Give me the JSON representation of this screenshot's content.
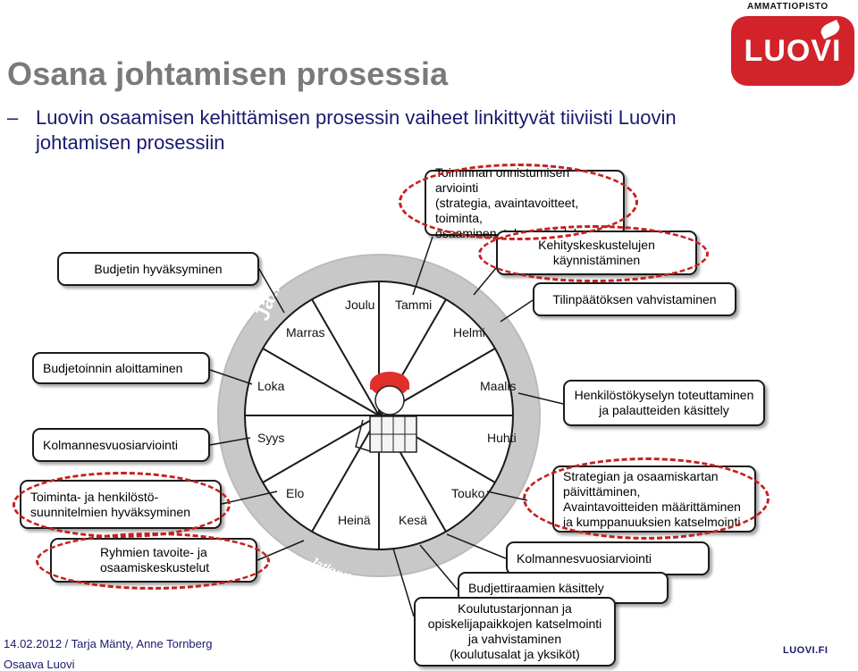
{
  "slide": {
    "title": "Osana johtamisen prosessia",
    "bullet_dash": "–",
    "bullet_text": "Luovin osaamisen kehittämisen prosessin vaiheet linkittyvät tiiviisti Luovin johtamisen prosessiin"
  },
  "logo": {
    "top_text": "AMMATTIOPISTO",
    "brand": "LUOVI",
    "brand_color": "#d2232a"
  },
  "footer": {
    "date_authors": "14.02.2012 / Tarja Mänty, Anne Tornberg",
    "org": "Osaava Luovi",
    "url": "LUOVI.FI"
  },
  "wheel": {
    "outer_top_label": "Jatkuva toiminnan parantaminen",
    "outer_bottom_label": "Jatkuva vuoropuhelu",
    "months": {
      "joulu": "Joulu",
      "tammi": "Tammi",
      "marras": "Marras",
      "helmi": "Helmi",
      "loka": "Loka",
      "maalis": "Maalis",
      "syys": "Syys",
      "huhti": "Huhti",
      "elo": "Elo",
      "touko": "Touko",
      "heina": "Heinä",
      "kesa": "Kesä"
    }
  },
  "boxes": {
    "toiminnan_arviointi": [
      "Toiminnan onnistumisen arviointi",
      "(strategia, avaintavoitteet, toiminta,",
      "osaaminen, talous ja tulokset)"
    ],
    "kehityskeskustelut": [
      "Kehityskeskustelujen",
      "käynnistäminen"
    ],
    "budjetin_hyvaksyminen": [
      "Budjetin hyväksyminen"
    ],
    "tilinpaatos": [
      "Tilinpäätöksen vahvistaminen"
    ],
    "budjetointi": [
      "Budjetoinnin aloittaminen"
    ],
    "henkilostokysely": [
      "Henkilöstökyselyn toteuttaminen",
      "ja palautteiden käsittely"
    ],
    "kolmannes_left": [
      "Kolmannesvuosiarviointi"
    ],
    "toimintasuunnitelmat": [
      "Toiminta- ja henkilöstö-",
      "suunnitelmien hyväksyminen"
    ],
    "strategia": [
      "Strategian ja osaamiskartan",
      "päivittäminen,",
      "Avaintavoitteiden määrittäminen",
      "ja  kumppanuuksien katselmointi"
    ],
    "ryhmien_tavoite": [
      "Ryhmien tavoite- ja",
      "osaamiskeskustelut"
    ],
    "kolmannes_right": [
      "Kolmannesvuosiarviointi"
    ],
    "budjettiraamien": [
      "Budjettiraamien käsittely"
    ],
    "koulutustarjonta": [
      "Koulutustarjonnan ja",
      "opiskelijapaikkojen katselmointi",
      "ja vahvistaminen",
      "(koulutusalat ja yksiköt)"
    ]
  }
}
